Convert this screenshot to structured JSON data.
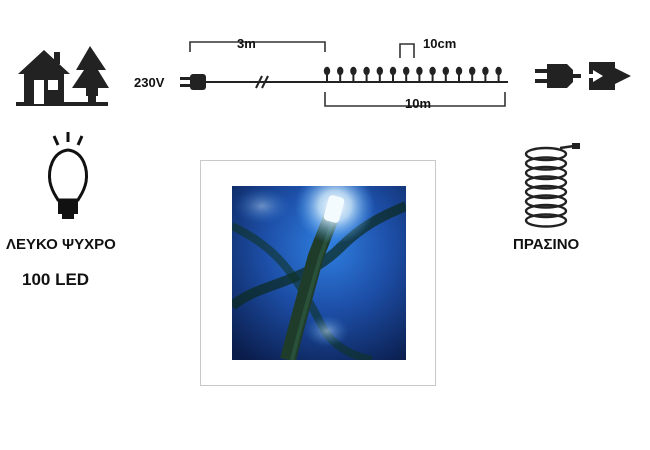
{
  "dimensions": {
    "lead_cable": "3m",
    "bulb_spacing": "10cm",
    "lit_length": "10m"
  },
  "power": {
    "voltage": "230V"
  },
  "product": {
    "light_color": "ΛΕΥΚΟ ΨΥΧΡΟ",
    "led_count": "100 LED",
    "cable_color": "ΠΡΑΣΙΝΟ"
  },
  "icons": {
    "indoor_outdoor": "house-tree-icon",
    "bulb": "led-bulb-icon",
    "cable_coil": "cable-coil-icon",
    "connector": "plug-connector-icon",
    "plug": "power-plug-icon"
  },
  "colors": {
    "photo_background": "#1d4fa8",
    "cable_green": "#1f3b2a"
  }
}
